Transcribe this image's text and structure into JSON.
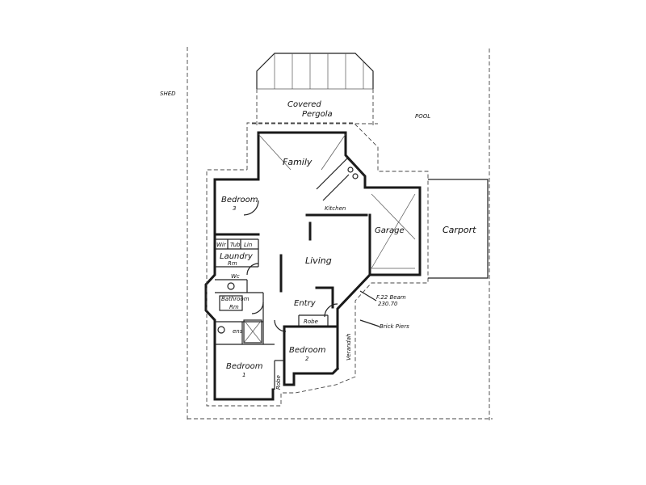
{
  "labels": {
    "shed": "SHED",
    "pool": "POOL",
    "covered": "Covered",
    "pergola": "Pergola",
    "family": "Family",
    "bedroom3": "Bedroom",
    "bedroom3_num": "3",
    "kitchen": "Kitchen",
    "garage": "Garage",
    "carport": "Carport",
    "wir": "Wir",
    "tub": "Tub",
    "lin": "Lin",
    "laundry": "Laundry",
    "laundry_sub": "Rm",
    "wc": "Wc",
    "living": "Living",
    "bathroom": "Bathroom",
    "bathroom_sub": "Rm",
    "entry": "Entry",
    "beam": "F.22 Beam",
    "beam_size": "230.70",
    "robe": "Robe",
    "brick_piers": "Brick Piers",
    "verandah": "Verandah",
    "ensuite": "ens",
    "bedroom2": "Bedroom",
    "bedroom2_num": "2",
    "bedroom1": "Bedroom",
    "bedroom1_num": "1",
    "robe2": "Robe"
  }
}
